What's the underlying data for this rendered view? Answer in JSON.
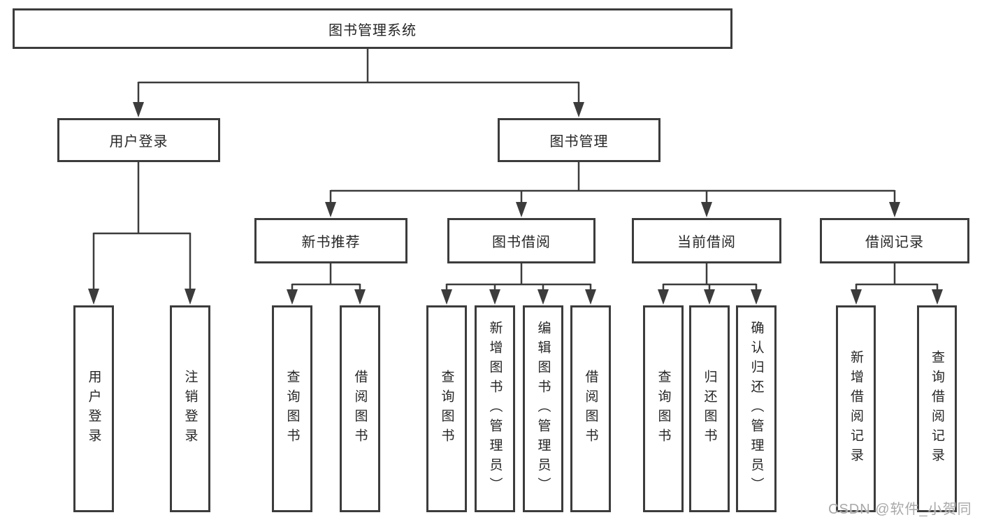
{
  "title": "图书管理系统",
  "nodes": {
    "root": "图书管理系统",
    "user_login": "用户登录",
    "book_management": "图书管理",
    "new_book_recommend": "新书推荐",
    "book_borrow": "图书借阅",
    "current_borrow": "当前借阅",
    "borrow_record": "借阅记录",
    "leaf_user_login": "用户登录",
    "leaf_logout": "注销登录",
    "leaf_nbr_query_book": "查询图书",
    "leaf_nbr_borrow_book": "借阅图书",
    "leaf_bb_query_book": "查询图书",
    "leaf_bb_add_book": "新增图书（管理员）",
    "leaf_bb_edit_book": "编辑图书（管理员）",
    "leaf_bb_borrow_book": "借阅图书",
    "leaf_cb_query_book": "查询图书",
    "leaf_cb_return_book": "归还图书",
    "leaf_cb_confirm_return": "确认归还（管理员）",
    "leaf_br_add_record": "新增借阅记录",
    "leaf_br_query_record": "查询借阅记录"
  },
  "watermark": "CSDN @软件_小贺同学",
  "colors": {
    "line": "#3c3c3c",
    "box_border": "#3c3c3c",
    "text": "#262626",
    "watermark": "#a9a9a9",
    "background": "#ffffff"
  }
}
